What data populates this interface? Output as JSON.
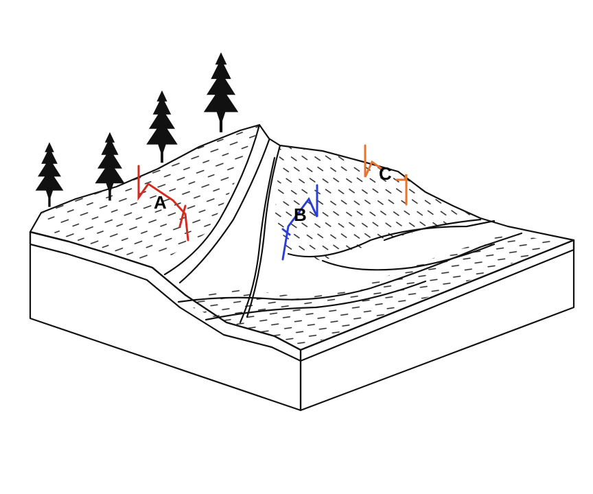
{
  "labels": {
    "a": "A",
    "b": "B",
    "c": "C"
  },
  "colors": {
    "profile_a": "#d42a20",
    "profile_b": "#2b3fd6",
    "profile_c": "#e8732a",
    "ink": "#111111"
  },
  "icons": [
    "conifer-tree-icon"
  ]
}
